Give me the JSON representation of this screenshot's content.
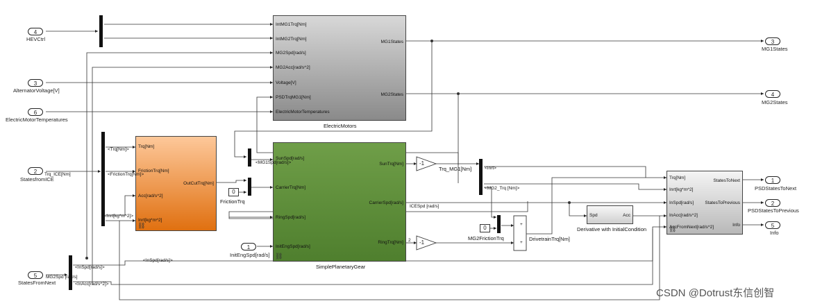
{
  "ports_in": [
    {
      "num": "4",
      "label": "HEVCtrl"
    },
    {
      "num": "3",
      "label": "AlternatorVoltage[V]"
    },
    {
      "num": "6",
      "label": "ElectricMotorTemperatures"
    },
    {
      "num": "2",
      "label": "StatesfromICE"
    },
    {
      "num": "5",
      "label": "StatesFromNext"
    },
    {
      "num": "1",
      "label": "InitEngSpd[rad/s]"
    }
  ],
  "ports_out": [
    {
      "num": "3",
      "label": "MG1States"
    },
    {
      "num": "4",
      "label": "MG2States"
    },
    {
      "num": "1",
      "label": "PSDStatesToNext"
    },
    {
      "num": "2",
      "label": "PSDStatesToPrevious"
    },
    {
      "num": "5",
      "label": "Info"
    }
  ],
  "electric_motors": {
    "name": "ElectricMotors",
    "inputs": [
      "IntMG1Trq[Nm]",
      "IntMG2Trq[Nm]",
      "MG2Spd[rad/s]",
      "MG2Acc[rad/s^2]",
      "Voltage[V]",
      "PSDTrqMG1[Nm]",
      "ElectricMotorTemperatures"
    ],
    "outputs": [
      "MG1States",
      "MG2States"
    ]
  },
  "friction_block": {
    "inputs": [
      "Trq[Nm]",
      "FrictionTrq[Nm]",
      "Acc[rad/s^2]",
      "Inrt[kg*m^2]"
    ],
    "outputs": [
      "OutCutTrq[Nm]"
    ]
  },
  "planetary_gear": {
    "name": "SimplePlanetaryGear",
    "inputs": [
      "SunSpd[rad/s]",
      "CarrierTrq[Nm]",
      "RingSpd[rad/s]",
      "InitEngSpd[rad/s]"
    ],
    "outputs": [
      "SunTrq[Nm]",
      "CarrierSpd[rad/s]",
      "RingTrq[Nm]"
    ]
  },
  "states_block": {
    "inputs": [
      "Trq[Nm]",
      "Inrt[kg*m^2]",
      "InSpd[rad/s]",
      "InAcc[rad/s^2]",
      "AccFromNext[rad/s^2]"
    ],
    "outputs": [
      "StatesToNext",
      "StatesToPrevious",
      "Info"
    ]
  },
  "derivative": {
    "name": "Derivative with InitialCondition",
    "in": "Spd",
    "out": "Acc"
  },
  "constants": [
    {
      "value": "0",
      "label": "FrictionTrq"
    },
    {
      "value": "0",
      "label": "MG2FrictionTrq"
    }
  ],
  "gains": [
    {
      "value": "-1",
      "label": "Trq_MG1[Nm]"
    },
    {
      "value": "-1",
      "label": "DrivetrainTrq[Nm]"
    }
  ],
  "signals": {
    "trq_nm": "<Trq[Nm]>",
    "friction_trq": "<FrictionTrq[Nm]>",
    "trq_ice": "Trq_ICE[Nm]",
    "inrt": "<Inrt[kg*m^2]>",
    "mg1spd": "<MG1Spd[rad/s]>",
    "inspd": "<InSpd[rad/s]>",
    "inspd2": "<InSpd[rad/s]>",
    "mg2spd": "MG2Spd [rad/s]",
    "inacc": "<InAcc[rad/s^2]>",
    "icespd": "ICESpd [rad/s]",
    "inrt_mux": "<Inrt>",
    "mg2_trq": "<MG2_Trq [Nm]>",
    "two": "2"
  },
  "watermark": "CSDN @Dotrust东信创智"
}
